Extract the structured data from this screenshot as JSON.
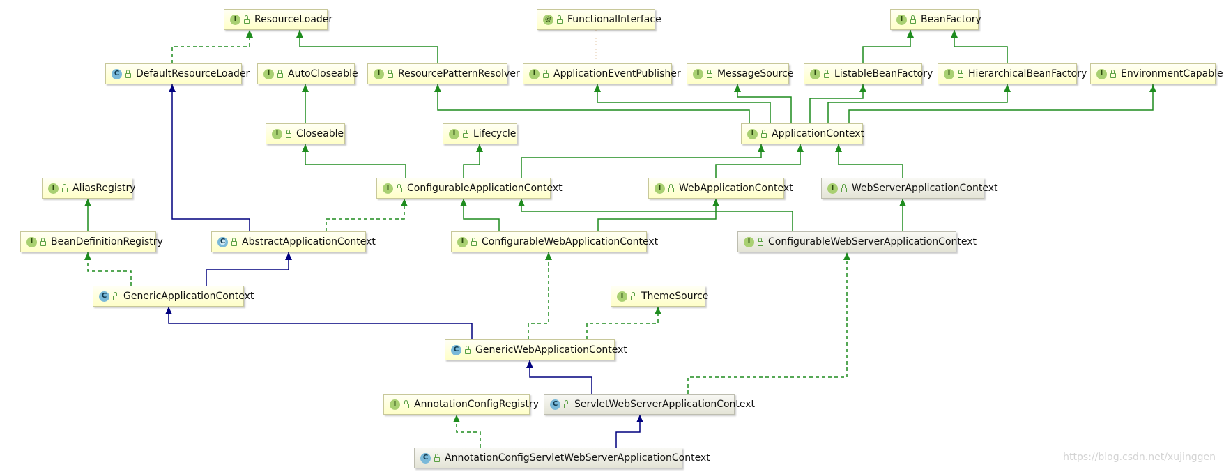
{
  "nodes": {
    "resource_loader": {
      "kind": "I",
      "label": "ResourceLoader"
    },
    "functional_interface": {
      "kind": "@",
      "label": "FunctionalInterface"
    },
    "bean_factory": {
      "kind": "I",
      "label": "BeanFactory"
    },
    "default_resource_loader": {
      "kind": "C",
      "label": "DefaultResourceLoader"
    },
    "auto_closeable": {
      "kind": "I",
      "label": "AutoCloseable"
    },
    "resource_pattern_resolver": {
      "kind": "I",
      "label": "ResourcePatternResolver"
    },
    "application_event_publisher": {
      "kind": "I",
      "label": "ApplicationEventPublisher"
    },
    "message_source": {
      "kind": "I",
      "label": "MessageSource"
    },
    "listable_bean_factory": {
      "kind": "I",
      "label": "ListableBeanFactory"
    },
    "hierarchical_bean_factory": {
      "kind": "I",
      "label": "HierarchicalBeanFactory"
    },
    "environment_capable": {
      "kind": "I",
      "label": "EnvironmentCapable"
    },
    "closeable": {
      "kind": "I",
      "label": "Closeable"
    },
    "lifecycle": {
      "kind": "I",
      "label": "Lifecycle"
    },
    "application_context": {
      "kind": "I",
      "label": "ApplicationContext"
    },
    "alias_registry": {
      "kind": "I",
      "label": "AliasRegistry"
    },
    "configurable_application_context": {
      "kind": "I",
      "label": "ConfigurableApplicationContext"
    },
    "web_application_context": {
      "kind": "I",
      "label": "WebApplicationContext"
    },
    "web_server_application_context": {
      "kind": "I",
      "label": "WebServerApplicationContext"
    },
    "bean_definition_registry": {
      "kind": "I",
      "label": "BeanDefinitionRegistry"
    },
    "abstract_application_context": {
      "kind": "AC",
      "label": "AbstractApplicationContext"
    },
    "configurable_web_application_context": {
      "kind": "I",
      "label": "ConfigurableWebApplicationContext"
    },
    "configurable_web_server_application_context": {
      "kind": "I",
      "label": "ConfigurableWebServerApplicationContext"
    },
    "generic_application_context": {
      "kind": "C",
      "label": "GenericApplicationContext"
    },
    "theme_source": {
      "kind": "I",
      "label": "ThemeSource"
    },
    "generic_web_application_context": {
      "kind": "C",
      "label": "GenericWebApplicationContext"
    },
    "annotation_config_registry": {
      "kind": "I",
      "label": "AnnotationConfigRegistry"
    },
    "servlet_web_server_application_context": {
      "kind": "C",
      "label": "ServletWebServerApplicationContext"
    },
    "annotation_config_servlet_web_server_application_context": {
      "kind": "C",
      "label": "AnnotationConfigServletWebServerApplicationContext"
    }
  },
  "legend": {
    "badges": {
      "I": "I",
      "C": "C",
      "@": "@",
      "AC": "C"
    },
    "colors": {
      "interface_badge": "#a9d072",
      "class_badge": "#7ab9d9",
      "extends_edge": "#1e8c1e",
      "implements_edge": "#1e8c1e",
      "class_extends_edge": "#00007f",
      "node_fill": "#ffffc8",
      "node_fill_grey": "#e4e4d6"
    },
    "icons": {
      "I": "interface-icon",
      "C": "class-icon",
      "@": "annotation-icon",
      "AC": "abstract-class-icon",
      "lock": "lock-icon"
    }
  },
  "watermark": "https://blog.csdn.net/xujinggen"
}
